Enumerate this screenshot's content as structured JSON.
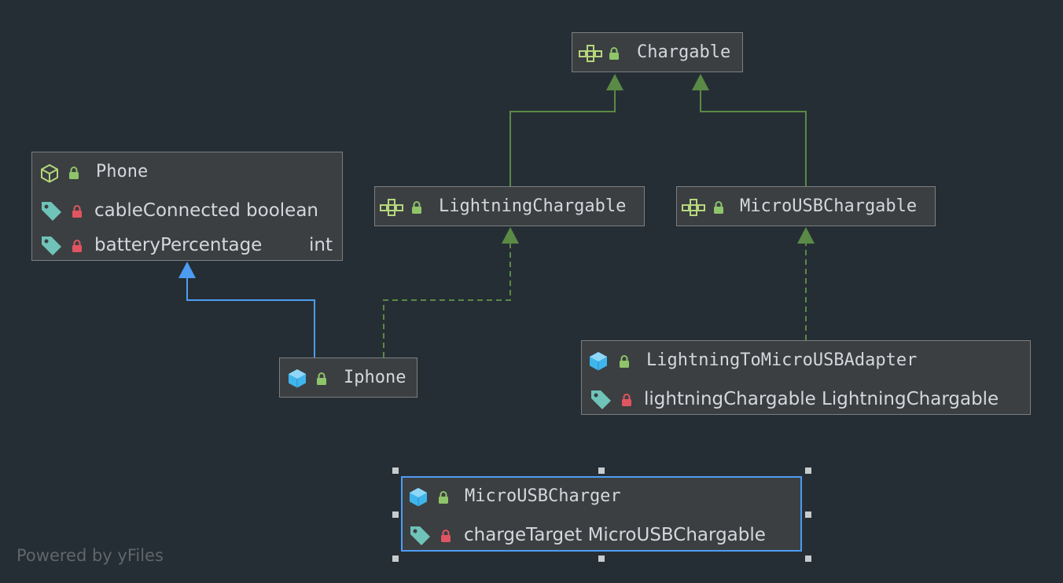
{
  "diagram": {
    "nodes": {
      "chargable": {
        "kind_icon": "interface-icon",
        "title": "Chargable"
      },
      "phone": {
        "kind_icon": "abstract-class-icon",
        "title": "Phone",
        "fields": [
          {
            "name": "cableConnected boolean"
          },
          {
            "name": "batteryPercentage",
            "type": "int"
          }
        ]
      },
      "lightning_chargable": {
        "kind_icon": "interface-icon",
        "title": "LightningChargable"
      },
      "micro_usb_chargable": {
        "kind_icon": "interface-icon",
        "title": "MicroUSBChargable"
      },
      "iphone": {
        "kind_icon": "class-icon",
        "title": "Iphone"
      },
      "adapter": {
        "kind_icon": "class-icon",
        "title": "LightningToMicroUSBAdapter",
        "fields": [
          {
            "name": "lightningChargable LightningChargable"
          }
        ]
      },
      "charger": {
        "kind_icon": "class-icon",
        "title": "MicroUSBCharger",
        "fields": [
          {
            "name": "chargeTarget MicroUSBChargable"
          }
        ]
      }
    },
    "colors": {
      "background": "#262e35",
      "node_fill": "#3b3f41",
      "node_border": "#7c7f81",
      "text": "#d4d8dc",
      "interface_edge": "#5a8a45",
      "inheritance_edge": "#4d9cf3",
      "selection": "#4d9cf3",
      "lock_public": "#8fc46a",
      "lock_private": "#e05561",
      "field_icon": "#6fc3b9",
      "class_icon": "#3fb5ec",
      "interface_icon": "#b6d77c"
    }
  },
  "footer": {
    "powered_by": "Powered by yFiles"
  }
}
